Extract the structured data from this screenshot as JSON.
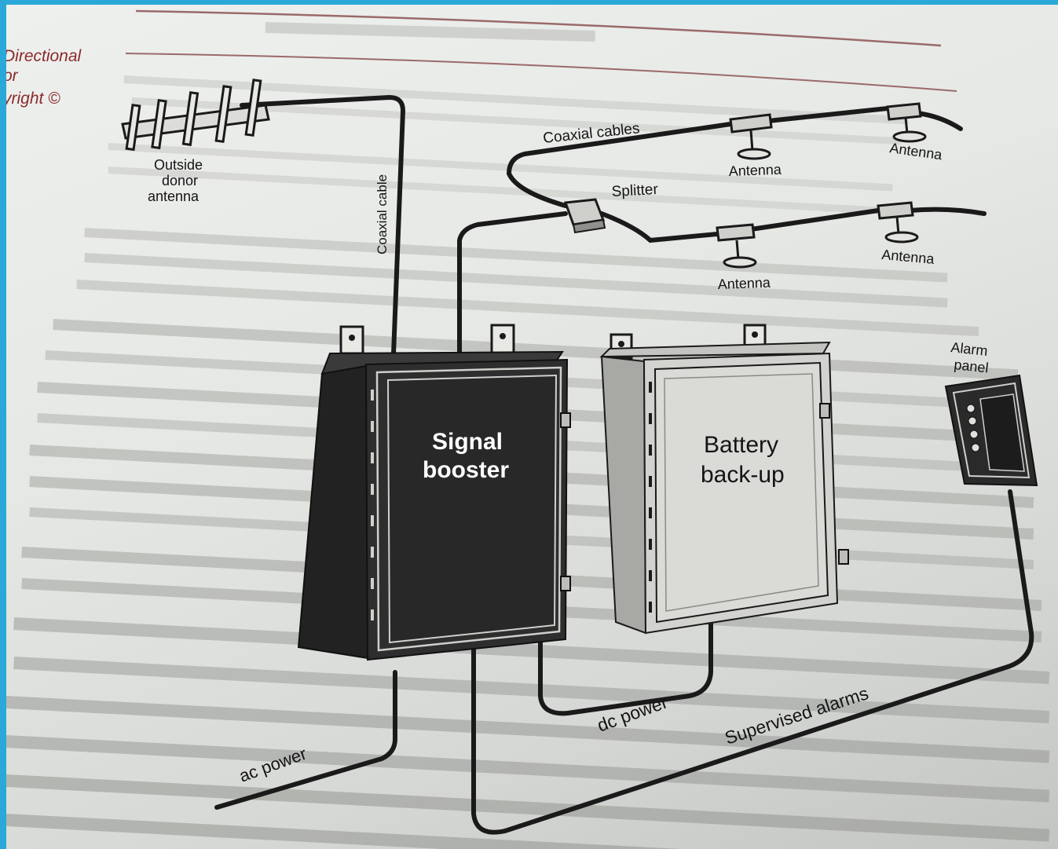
{
  "margin_note": [
    "Directional",
    "or",
    "yright ©"
  ],
  "labels": {
    "donor_antenna": [
      "Outside",
      "donor",
      "antenna"
    ],
    "coaxial_cable": "Coaxial cable",
    "coaxial_cables": "Coaxial cables",
    "splitter": "Splitter",
    "antenna": "Antenna",
    "signal_booster": [
      "Signal",
      "booster"
    ],
    "battery_backup": [
      "Battery",
      "back-up"
    ],
    "alarm_panel": [
      "Alarm",
      "panel"
    ],
    "ac_power": "ac power",
    "dc_power": "dc power",
    "supervised_alarms": "Supervised alarms"
  },
  "colors": {
    "frame": "#2aa8d8",
    "paper": "#e8eae7",
    "booster_box": "#2b2b2b",
    "battery_box": "#d4d4d0",
    "cable": "#1a1a1a",
    "margin_text": "#8a2a2a"
  }
}
